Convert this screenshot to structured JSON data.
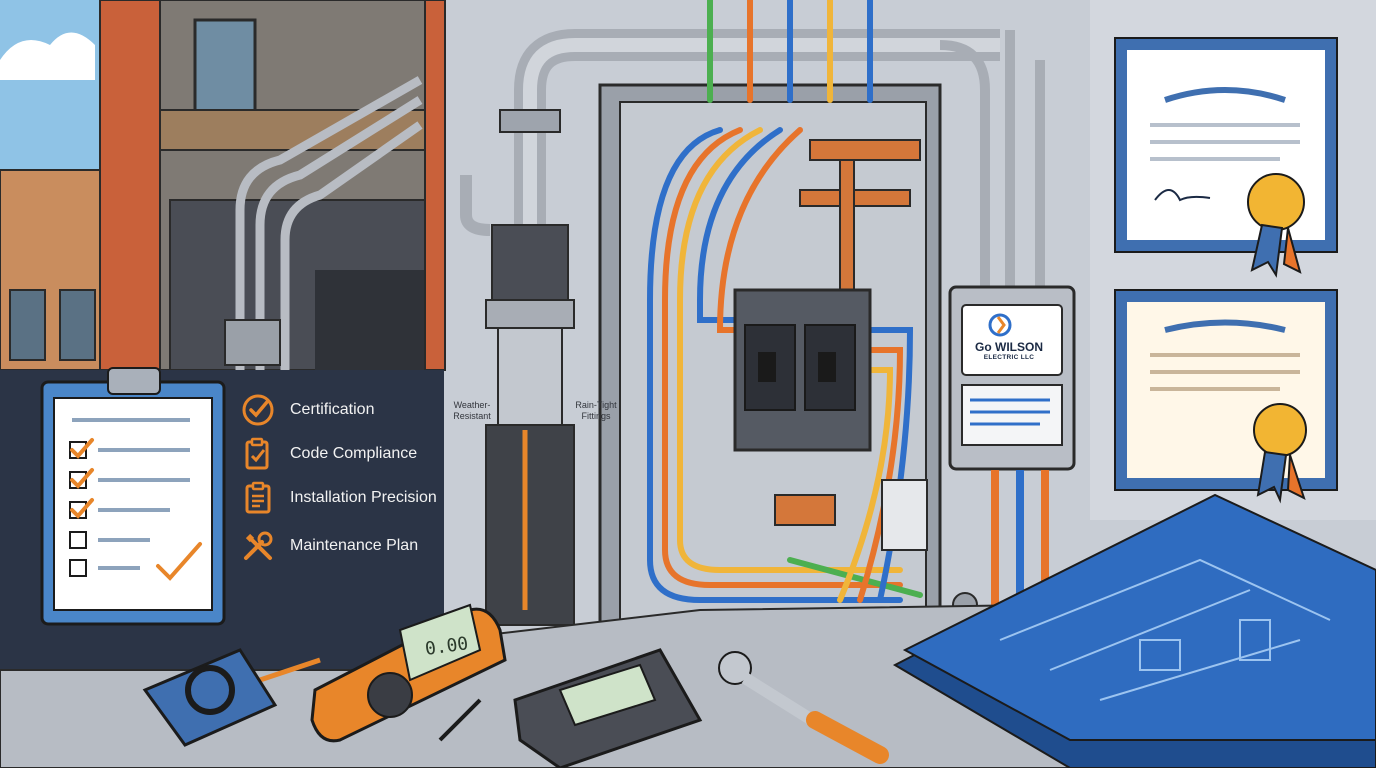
{
  "features": [
    {
      "id": "certification",
      "label": "Certification",
      "icon": "check-circle-icon"
    },
    {
      "id": "code-compliance",
      "label": "Code Compliance",
      "icon": "clipboard-check-icon"
    },
    {
      "id": "installation-precision",
      "label": "Installation Precision",
      "icon": "clipboard-list-icon"
    },
    {
      "id": "maintenance-plan",
      "label": "Maintenance Plan",
      "icon": "wrench-screwdriver-icon"
    }
  ],
  "conduit_labels": {
    "left": "Weather-\nResistant",
    "right": "Rain-Tight\nFittings"
  },
  "brand": {
    "name": "Go WILSON",
    "sub": "ELECTRIC LLC"
  },
  "meter": {
    "readout": "0.00"
  },
  "colors": {
    "accent_orange": "#e8862a",
    "panel_dark": "#2b3446",
    "blueprint": "#2f6cc0",
    "wire_blue": "#2f6fc9",
    "wire_orange": "#e7742b",
    "wire_yellow": "#f0b53a",
    "wire_green": "#4caf50"
  }
}
